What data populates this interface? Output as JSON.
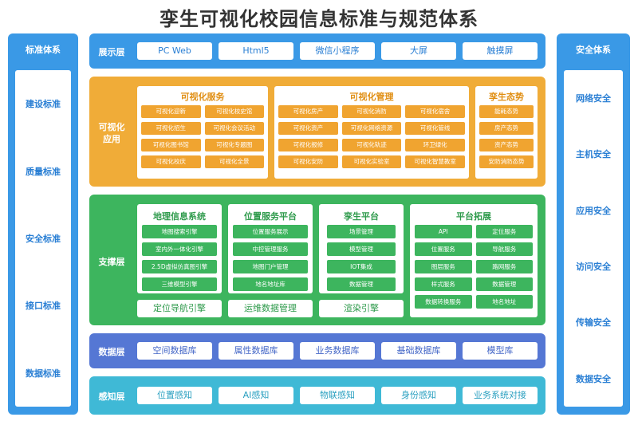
{
  "title": "孪生可视化校园信息标准与规范体系",
  "left_column": {
    "title": "标准体系",
    "items": [
      "建设标准",
      "质量标准",
      "安全标准",
      "接口标准",
      "数据标准"
    ]
  },
  "right_column": {
    "title": "安全体系",
    "items": [
      "网络安全",
      "主机安全",
      "应用安全",
      "访问安全",
      "传输安全",
      "数据安全"
    ]
  },
  "display_layer": {
    "label": "展示层",
    "items": [
      "PC Web",
      "Html5",
      "微信小程序",
      "大屏",
      "触摸屏"
    ]
  },
  "visualization_layer": {
    "label_line1": "可视化",
    "label_line2": "应用",
    "groups": [
      {
        "title": "可视化服务",
        "items": [
          "可视化迎新",
          "可视化校史馆",
          "可视化招生",
          "可视化会议活动",
          "可视化图书馆",
          "可视化专题图",
          "可视化校庆",
          "可视化全景"
        ]
      },
      {
        "title": "可视化管理",
        "items": [
          "可视化房产",
          "可视化消防",
          "可视化宿舍",
          "可视化资产",
          "可视化网络资源",
          "可视化管线",
          "可视化报修",
          "可视化轨迹",
          "环卫绿化",
          "可视化安防",
          "可视化实验室",
          "可视化智慧教室"
        ]
      },
      {
        "title": "孪生态势",
        "items": [
          "能耗态势",
          "房产态势",
          "资产态势",
          "安防消防态势"
        ]
      }
    ]
  },
  "support_layer": {
    "label": "支撑层",
    "groups": [
      {
        "title": "地理信息系统",
        "items": [
          "地图搜索引擎",
          "室内外一体化引擎",
          "2.5D虚拟仿真图引擎",
          "三维模型引擎"
        ],
        "footer": "定位导航引擎"
      },
      {
        "title": "位置服务平台",
        "items": [
          "位置服务展示",
          "中控管理服务",
          "地图门户管理",
          "地名地址库"
        ],
        "footer": "运维数据管理"
      },
      {
        "title": "孪生平台",
        "items": [
          "场景管理",
          "模型管理",
          "IOT集成",
          "数据管理"
        ],
        "footer": "渲染引擎"
      },
      {
        "title": "平台拓展",
        "items": [
          "API",
          "定位服务",
          "位置服务",
          "导航服务",
          "图层服务",
          "路网服务",
          "样式服务",
          "数据管理",
          "数据转换服务",
          "地名地址"
        ]
      }
    ]
  },
  "data_layer": {
    "label": "数据层",
    "items": [
      "空间数据库",
      "属性数据库",
      "业务数据库",
      "基础数据库",
      "模型库"
    ]
  },
  "perception_layer": {
    "label": "感知层",
    "items": [
      "位置感知",
      "AI感知",
      "物联感知",
      "身份感知",
      "业务系统对接"
    ]
  }
}
